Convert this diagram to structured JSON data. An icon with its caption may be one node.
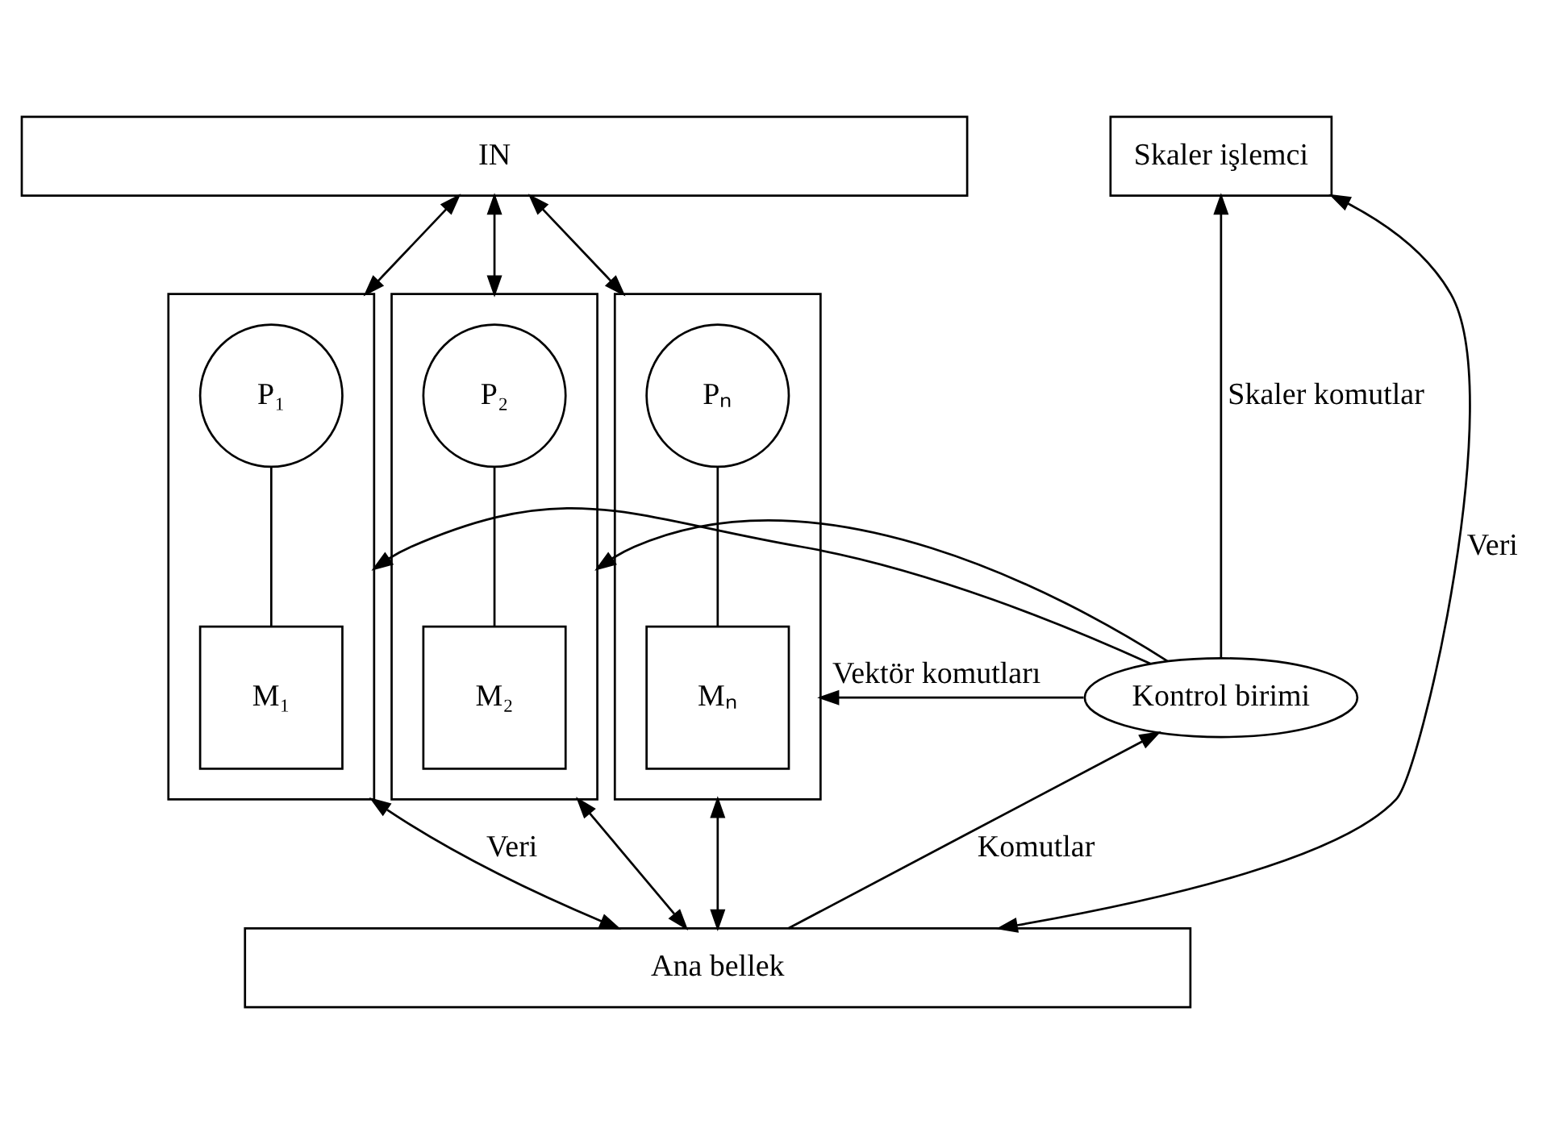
{
  "diagram": {
    "nodes": [
      {
        "text": [
          "IN"
        ]
      },
      {
        "text": [
          "Skaler işlemci"
        ]
      },
      {
        "text": [],
        "shape": "box"
      },
      {
        "text": [
          "P₁"
        ],
        "in": 2
      },
      {
        "text": [
          "M₁"
        ],
        "in": 2
      },
      {
        "text": [],
        "shape": "box"
      },
      {
        "text": [
          "P₂"
        ],
        "in": 5
      },
      {
        "text": [
          "M₂"
        ],
        "in": 5
      },
      {
        "text": [],
        "shape": "box"
      },
      {
        "text": [
          "Pₙ"
        ],
        "in": 8
      },
      {
        "text": [
          "Mₙ"
        ],
        "in": 8
      },
      {
        "text": [
          "Kontrol birimi"
        ]
      },
      {
        "text": [
          "Ana bellek"
        ]
      }
    ],
    "edges": [
      {
        "from": 0,
        "to": 2,
        "arrow": "both"
      },
      {
        "from": 0,
        "to": 5,
        "arrow": "both"
      },
      {
        "from": 0,
        "to": 8,
        "arrow": "both"
      },
      {
        "from": 11,
        "to": 2,
        "arrow": "to"
      },
      {
        "from": 11,
        "to": 5,
        "arrow": "to"
      },
      {
        "from": 11,
        "to": 8,
        "arrow": "to",
        "label": "Vektör komutları"
      },
      {
        "from": 11,
        "to": 1,
        "arrow": "to",
        "label": "Skaler komutlar"
      },
      {
        "from": 3,
        "to": 4,
        "arrow": "none"
      },
      {
        "from": 6,
        "to": 7,
        "arrow": "none"
      },
      {
        "from": 9,
        "to": 10,
        "arrow": "none"
      },
      {
        "from": 12,
        "to": 2,
        "arrow": "both",
        "label": "Veri"
      },
      {
        "from": 12,
        "to": 5,
        "arrow": "both"
      },
      {
        "from": 12,
        "to": 8,
        "arrow": "both"
      },
      {
        "from": 12,
        "to": 11,
        "arrow": "to",
        "label": "Komutlar"
      },
      {
        "from": 12,
        "to": 1,
        "arrow": "both",
        "label": "Veri"
      }
    ]
  }
}
